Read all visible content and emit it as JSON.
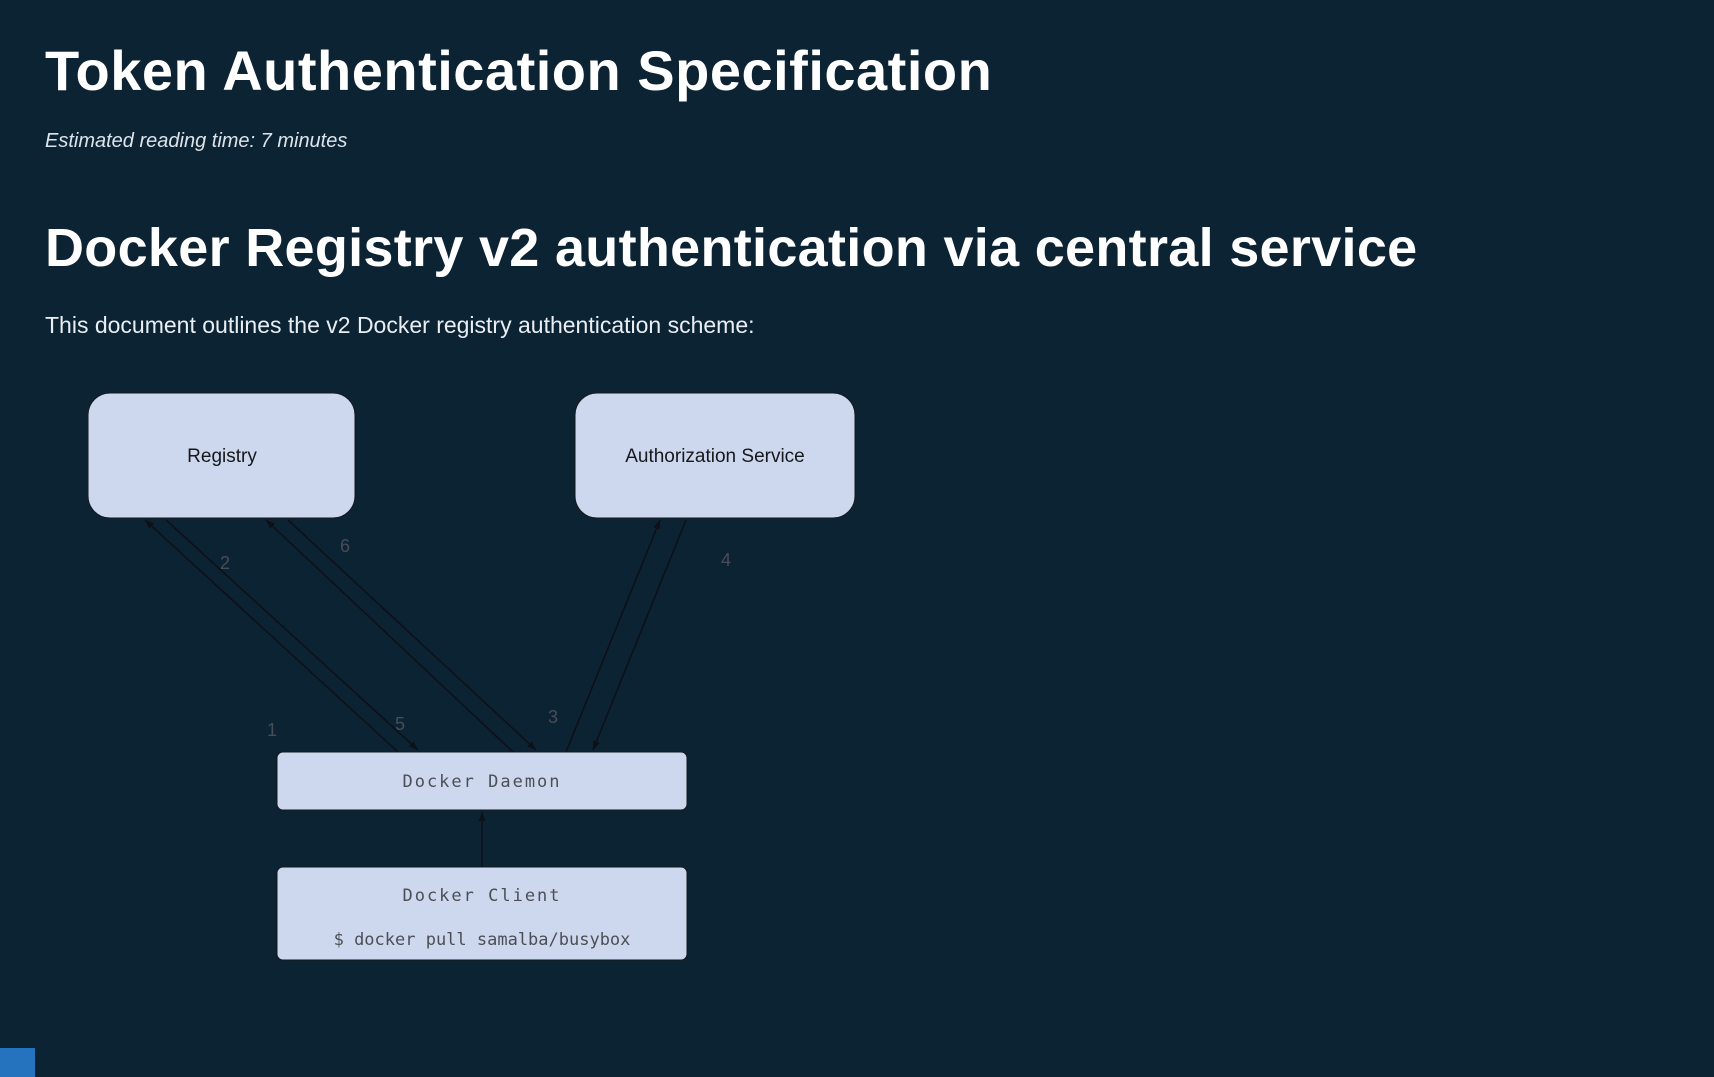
{
  "page": {
    "title": "Token Authentication Specification",
    "reading_time": "Estimated reading time: 7 minutes",
    "heading": "Docker Registry v2 authentication via central service",
    "intro": "This document outlines the v2 Docker registry authentication scheme:"
  },
  "diagram": {
    "nodes": {
      "registry": "Registry",
      "auth_service": "Authorization Service",
      "daemon": "Docker Daemon",
      "client_title": "Docker Client",
      "client_command": "$ docker pull samalba/busybox"
    },
    "step_labels": [
      "1",
      "2",
      "3",
      "4",
      "5",
      "6"
    ]
  },
  "colors": {
    "background": "#0c2334",
    "heading_text": "#ffffff",
    "node_fill": "#cdd8ee",
    "arrow": "#0d1117",
    "corner_button": "#2573be"
  }
}
